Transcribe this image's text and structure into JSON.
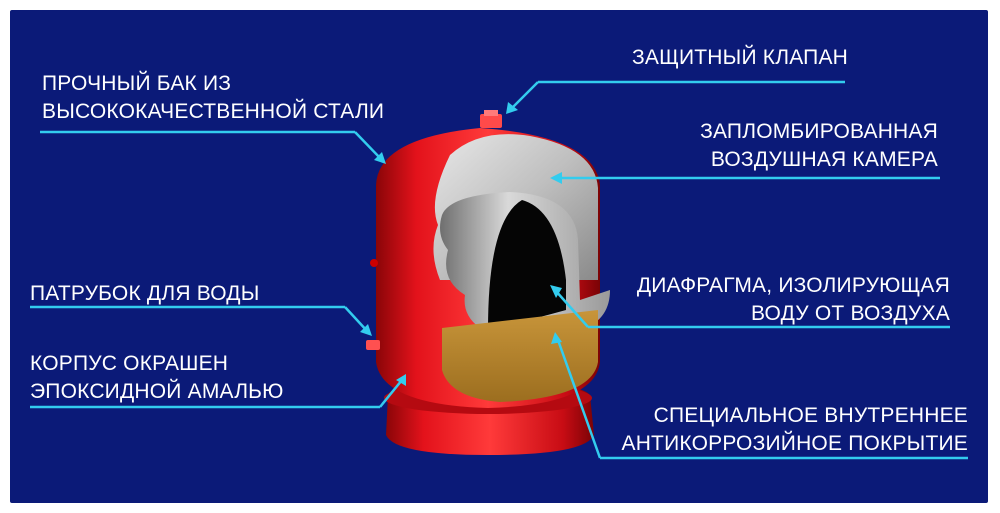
{
  "labels": {
    "tank_body": [
      "ПРОЧНЫЙ БАК ИЗ",
      "ВЫСОКОКАЧЕСТВЕННОЙ СТАЛИ"
    ],
    "water_pipe": [
      "ПАТРУБОК ДЛЯ ВОДЫ"
    ],
    "coating": [
      "КОРПУС ОКРАШЕН",
      "ЭПОКСИДНОЙ АМАЛЬЮ"
    ],
    "valve": [
      "ЗАЩИТНЫЙ КЛАПАН"
    ],
    "air_chamber": [
      "ЗАПЛОМБИРОВАННАЯ",
      "ВОЗДУШНАЯ КАМЕРА"
    ],
    "diaphragm": [
      "ДИАФРАГМА, ИЗОЛИРУЮЩАЯ",
      "ВОДУ ОТ ВОЗДУХА"
    ],
    "inner_coating": [
      "СПЕЦИАЛЬНОЕ ВНУТРЕННЕЕ",
      "АНТИКОРРОЗИЙНОЕ ПОКРЫТИЕ"
    ]
  },
  "colors": {
    "background": "#0b1a78",
    "tank_red": "#e3121b",
    "leader_line": "#33ccee",
    "water": "#b8862c",
    "air": "#c9c9c9"
  }
}
